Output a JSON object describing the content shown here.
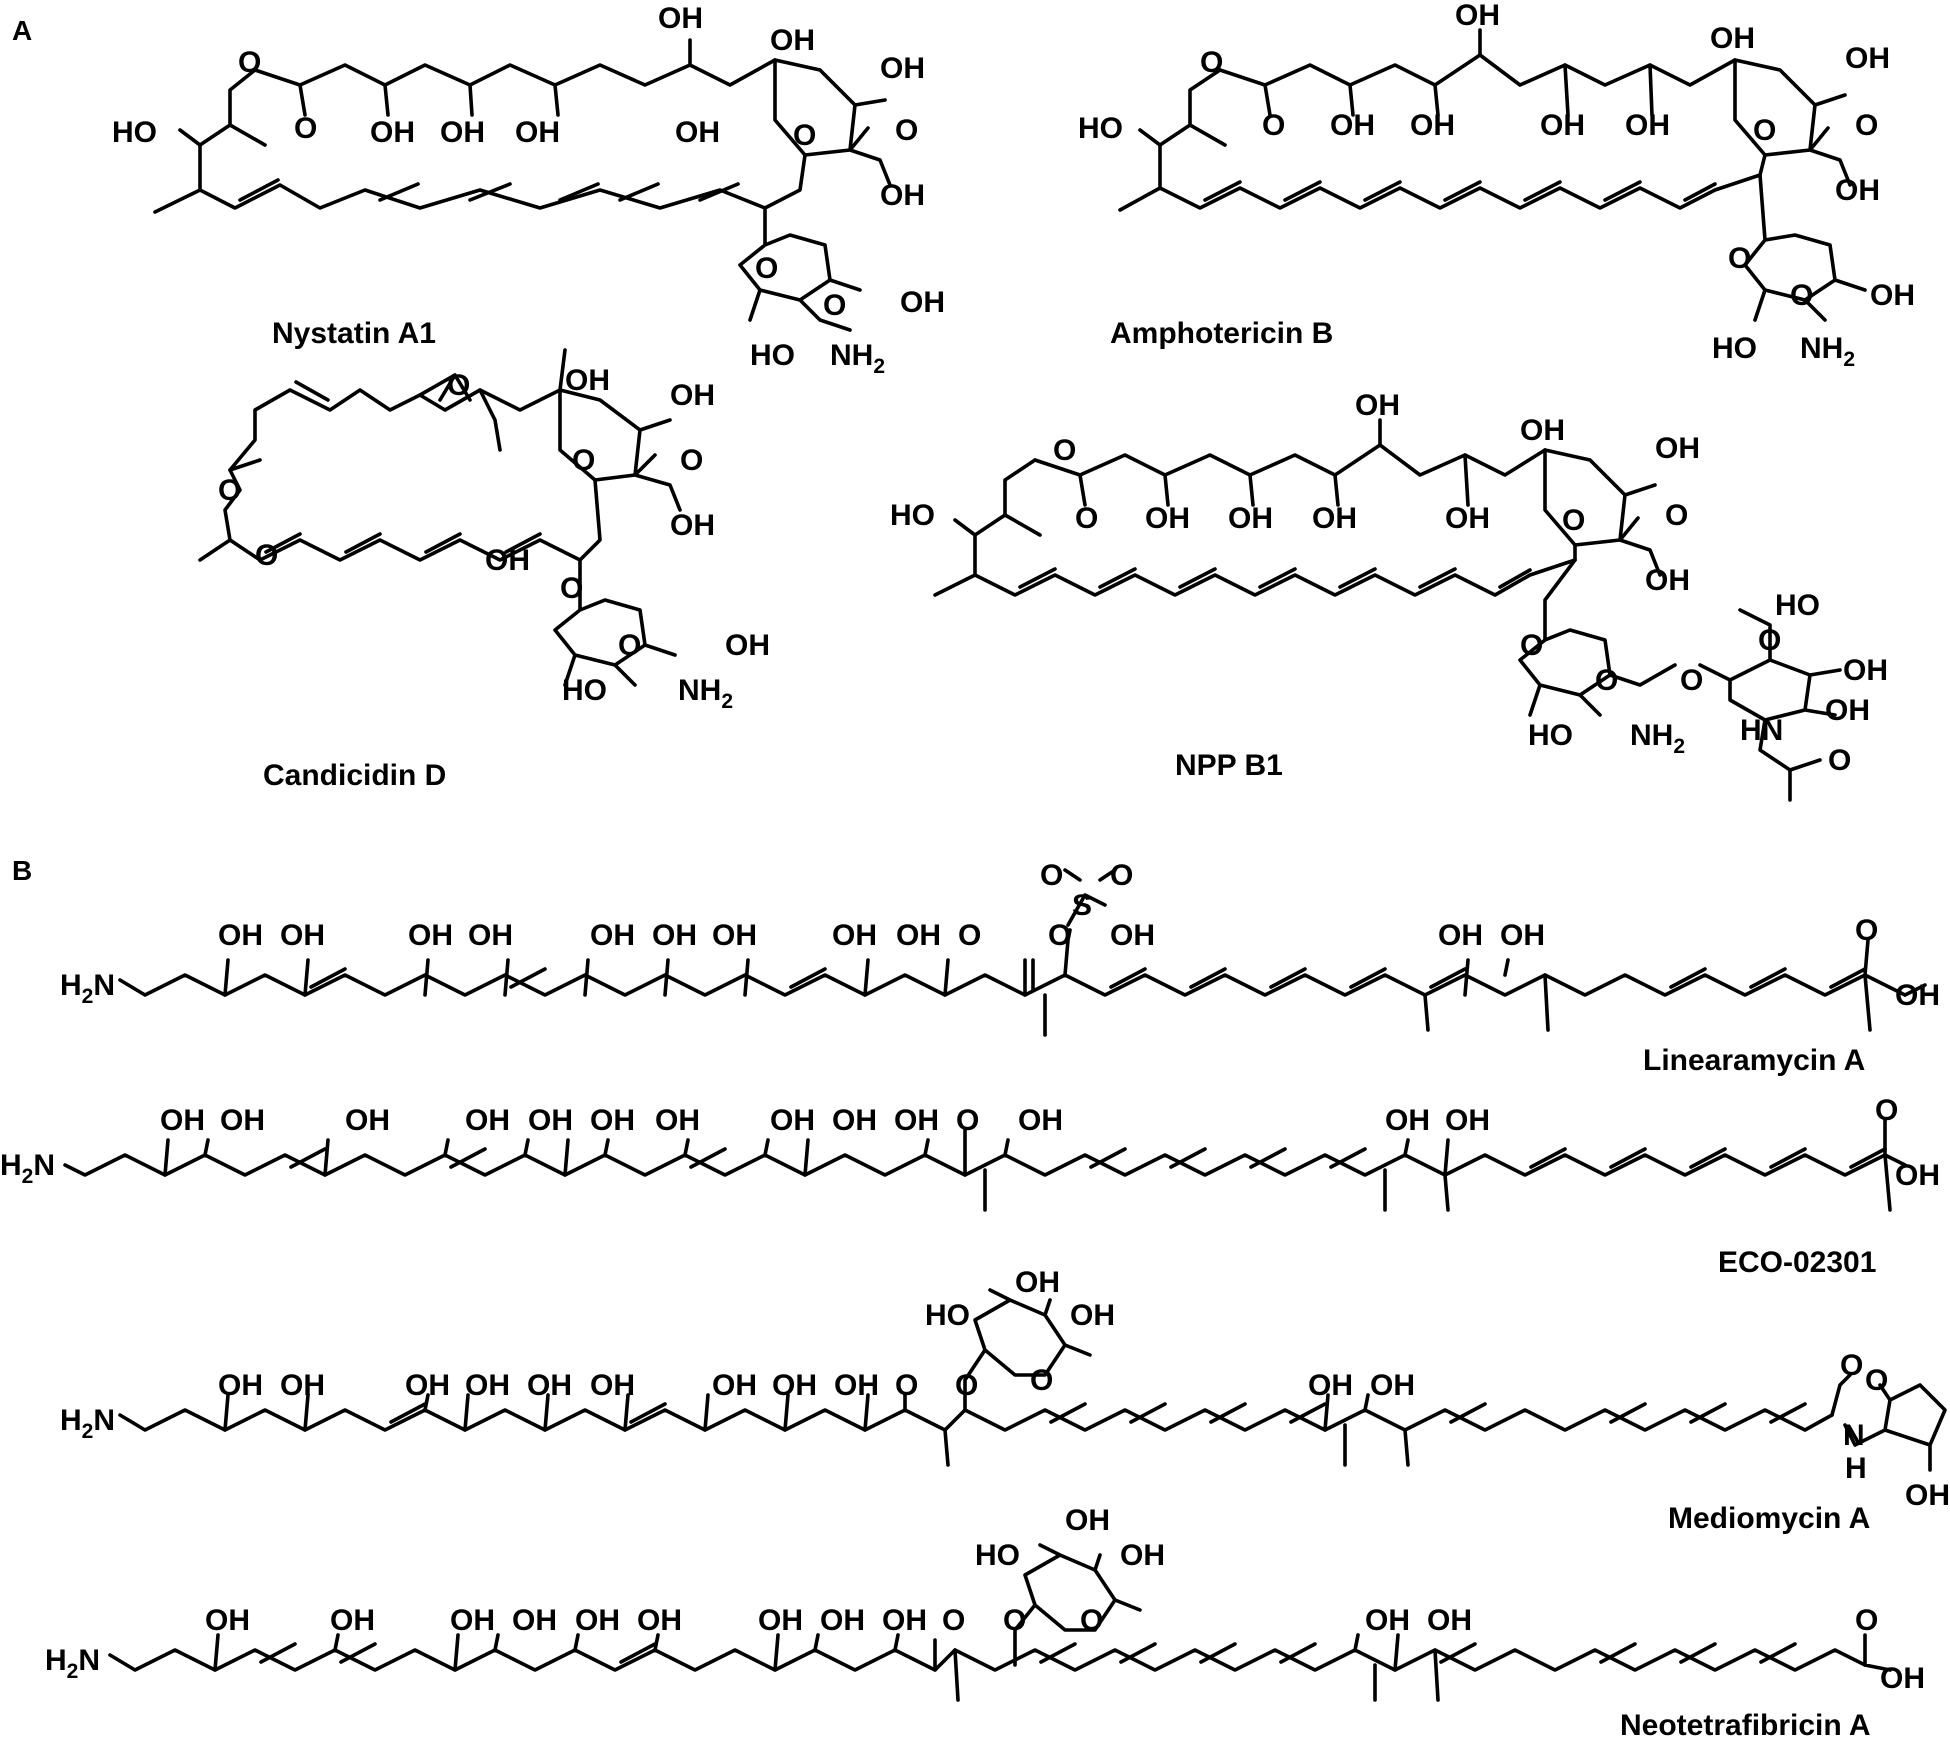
{
  "panels": {
    "a": "A",
    "b": "B"
  },
  "compounds": {
    "nystatin": "Nystatin A1",
    "amphotericin": "Amphotericin B",
    "candicidin": "Candicidin D",
    "npp": "NPP B1",
    "linearamycin": "Linearamycin A",
    "eco": "ECO-02301",
    "mediomycin": "Mediomycin A",
    "neotetrafibricin": "Neotetrafibricin A"
  },
  "atoms": {
    "oh": "OH",
    "ho": "HO",
    "o": "O",
    "s": "S",
    "hn": "HN",
    "h": "H",
    "n": "N",
    "h2n_h": "H",
    "h2n_2": "2",
    "h2n_n": "N",
    "nh2_nh": "NH",
    "nh2_2": "2"
  }
}
